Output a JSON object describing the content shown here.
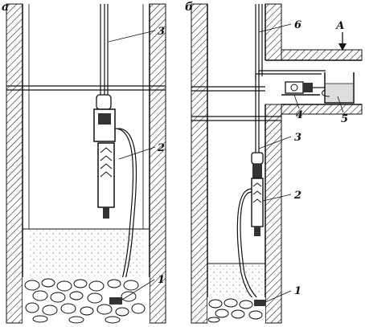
{
  "figure": {
    "panels": [
      {
        "id": "a",
        "label": "а"
      },
      {
        "id": "b",
        "label": "б"
      }
    ],
    "callouts_a": [
      "1",
      "2",
      "3"
    ],
    "callouts_b": [
      "1",
      "2",
      "3",
      "4",
      "5",
      "6"
    ],
    "direction_label": "А"
  },
  "colors": {
    "ink": "#111111",
    "paper": "#ffffff",
    "water": "#cfcfcf",
    "gravel": "#ffffff"
  }
}
